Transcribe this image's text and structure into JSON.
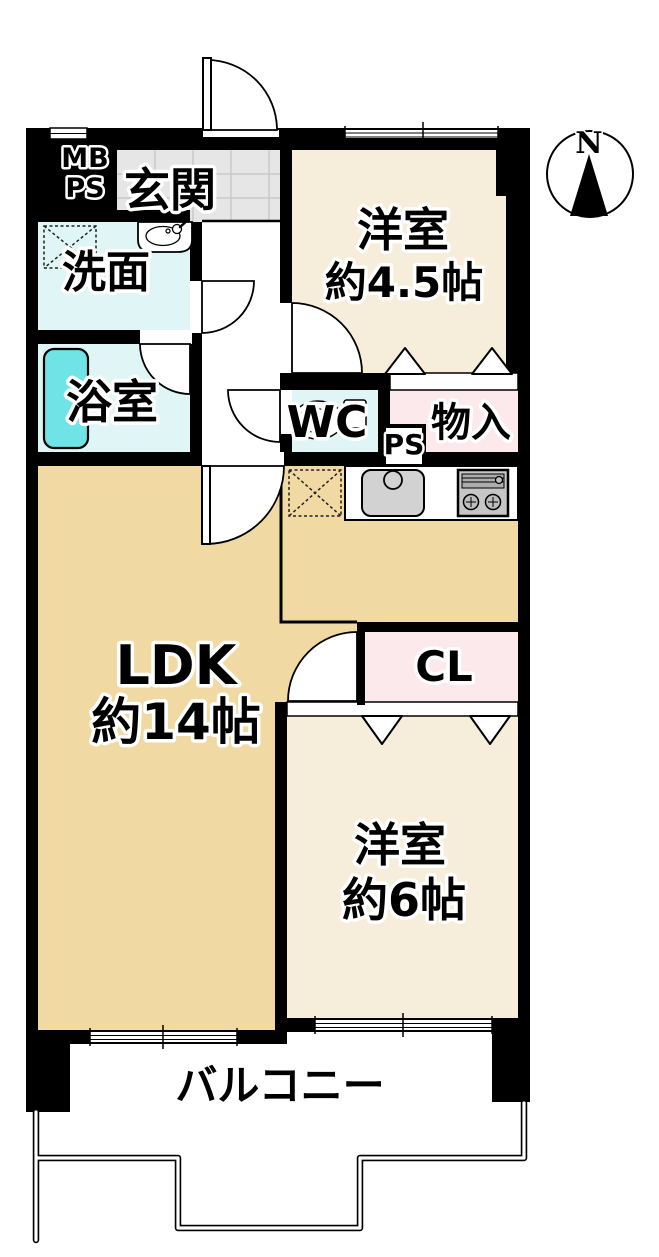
{
  "floor_plan": {
    "compass": {
      "label": "N"
    },
    "labels": {
      "entrance": "玄関",
      "meter_box": "MB",
      "pipe_shaft_top": "PS",
      "washroom": "洗面",
      "bathroom": "浴室",
      "toilet": "WC",
      "pipe_shaft_mid": "PS",
      "storage": "物入",
      "western_room_small_name": "洋室",
      "western_room_small_size": "約4.5帖",
      "ldk_name": "LDK",
      "ldk_size": "約14帖",
      "closet": "CL",
      "western_room_large_name": "洋室",
      "western_room_large_size": "約6帖",
      "balcony": "バルコニー"
    },
    "colors": {
      "wall": "#000000",
      "western_room_fill": "#F6EEDA",
      "ldk_fill": "#F0D9A2",
      "wet_room_fill": "#DFF5F6",
      "bathtub_fill": "#6FE3E6",
      "closet_fill": "#FBE9EC",
      "entrance_tile_fill": "#E6E6E6",
      "counter_fill": "#FFFFFF",
      "appliance_gray": "#D2D2D2"
    }
  }
}
